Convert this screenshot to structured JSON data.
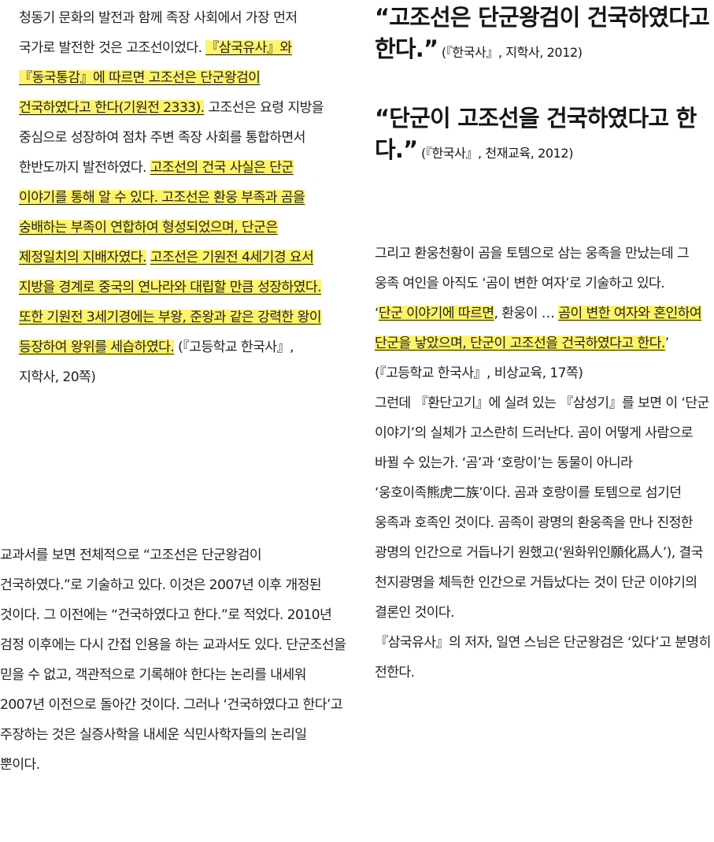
{
  "left_quote": {
    "plain_1": "청동기 문화의 발전과 함께 족장 사회에서 가장 먼저 국가로 발전한 것은 고조선이었다. ",
    "hl_1": "『삼국유사』와 『동국통감』에 따르면 고조선은 단군왕검이 건국하였다고 한다(기원전 2333).",
    "plain_2": " 고조선은 요령 지방을 중심으로 성장하여 점차 주변 족장 사회를 통합하면서 한반도까지 발전하였다. ",
    "hl_2": "고조선의 건국 사실은 단군 이야기를 통해 알 수 있다. 고조선은 환웅 부족과 곰을 숭배하는 부족이 연합하여 형성되었으며, 단군은 제정일치의 지배자였다.",
    "plain_3": " ",
    "hl_3": "고조선은 기원전 4세기경 요서 지방을 경계로 중국의 연나라와 대립할 만큼 성장하였다. 또한 기원전 3세기경에는 부왕, 준왕과 같은 강력한 왕이 등장하여 왕위를 세습하였다.",
    "source": " (『고등학교 한국사』, 지학사, 20쪽)"
  },
  "left_body": "교과서를 보면 전체적으로 “고조선은 단군왕검이 건국하였다.”로 기술하고 있다. 이것은 2007년 이후 개정된 것이다. 그 이전에는 “건국하였다고 한다.”로 적었다. 2010년 검정 이후에는 다시 간접 인용을 하는 교과서도 있다. 단군조선을 믿을 수 없고, 객관적으로 기록해야 한다는 논리를 내세워 2007년 이전으로 돌아간 것이다. 그러나 ‘건국하였다고 한다’고 주장하는 것은 실증사학을 내세운 식민사학자들의 논리일 뿐이다.",
  "headline_1": {
    "text": "“고조선은 단군왕검이 건국하였다고 한다.”",
    "cite": " (『한국사』, 지학사, 2012)"
  },
  "headline_2": {
    "text": "“단군이 고조선을 건국하였다고 한다.”",
    "cite": " (『한국사』, 천재교육, 2012)"
  },
  "right_body": {
    "p1": "그리고 환웅천황이 곰을 토템으로 삼는 웅족을 만났는데 그 웅족 여인을 아직도 ‘곰이 변한 여자’로 기술하고 있다.",
    "q_open": "‘",
    "q_hl_1": "단군 이야기에 따르면",
    "q_plain_1": ", 환웅이 … ",
    "q_hl_2": "곰이 변한 여자와 혼인하여 단군을 낳았으며, 단군이 고조선을 건국하였다고 한다.",
    "q_close": "’",
    "q_source": " (『고등학교 한국사』, 비상교육, 17쪽)",
    "p2": "그런데 『환단고기』에 실려 있는 『삼성기』를 보면 이 ‘단군 이야기’의 실체가 고스란히 드러난다. 곰이 어떻게 사람으로 바뀔 수 있는가. ‘곰’과 ‘호랑이’는 동물이 아니라 ‘웅호이족熊虎二族’이다. 곰과 호랑이를 토템으로 섬기던 웅족과 호족인 것이다. 곰족이 광명의 환웅족을 만나 진정한 광명의 인간으로 거듭나기 원했고(‘원화위인願化爲人’), 결국 천지광명을 체득한 인간으로 거듭났다는 것이 단군 이야기의 결론인 것이다.",
    "p3": "『삼국유사』의 저자, 일연 스님은 단군왕검은 ‘있다’고 분명히 전한다."
  },
  "colors": {
    "highlight": "#fff36b",
    "text": "#222222"
  }
}
